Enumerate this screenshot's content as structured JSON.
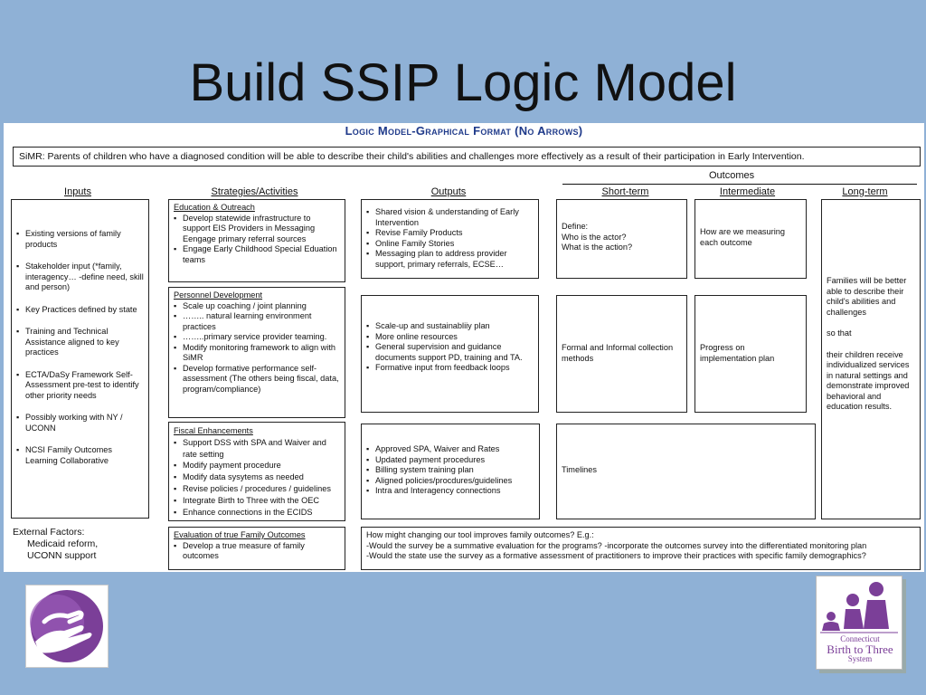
{
  "slide": {
    "title": "Build SSIP Logic Model"
  },
  "model": {
    "heading": "Logic Model-Graphical Format (No Arrows)",
    "simr": "SiMR:  Parents of children  who have a diagnosed condition  will be able to describe their child's abilities  and challenges more effectively as a result of their participation in Early Intervention.",
    "outcomes_label": "Outcomes",
    "columns": {
      "inputs": "Inputs",
      "strategies": "Strategies/Activities",
      "outputs": "Outputs",
      "short_term": "Short-term",
      "intermediate": "Intermediate",
      "long_term": "Long-term"
    },
    "inputs": [
      "Existing versions of family products",
      "Stakeholder input (*family, interagency… -define need, skill and person)",
      "Key Practices defined by state",
      "Training and Technical Assistance aligned to key practices",
      "ECTA/DaSy Framework Self-Assessment pre-test to identify other priority needs",
      "Possibly working with NY / UCONN",
      "NCSI Family Outcomes Learning Collaborative"
    ],
    "external_factors": {
      "label": "External Factors:",
      "items": [
        "Medicaid reform,",
        "UCONN support"
      ]
    },
    "strategies": {
      "education": {
        "title": "Education & Outreach",
        "items": [
          "Develop statewide infrastructure to support EIS Providers in Messaging Eengage primary referral sources",
          "Engage Early Childhood Special Eduation teams"
        ]
      },
      "personnel": {
        "title": "Personnel Development",
        "items": [
          "Scale up coaching / joint planning",
          "…….. natural learning environment practices",
          "……..primary service provider teaming.",
          "Modify monitoring framework to align with SiMR",
          "Develop formative performance self-assessment (The others being fiscal, data, program/compliance)"
        ]
      },
      "fiscal": {
        "title": "Fiscal Enhancements",
        "items": [
          "Support DSS with SPA and Waiver and rate setting",
          "Modify payment procedure",
          "Modify data sysytems as needed",
          "Revise policies / procedures / guidelines",
          "Integrate Birth to Three with the OEC",
          "Enhance connections in the ECIDS"
        ]
      },
      "evaluation": {
        "title": "Evaluation of true Family Outcomes",
        "items": [
          "Develop a true measure of family outcomes"
        ]
      }
    },
    "outputs": {
      "row1": [
        "Shared vision & understanding of Early Intervention",
        "Revise Family Products",
        "Online Family Stories",
        "Messaging plan to address provider support, primary referrals, ECSE…"
      ],
      "row2": [
        "Scale-up and sustainabliiy plan",
        "More online resources",
        "General supervision and guidance documents support PD, training and TA.",
        "Formative input from feedback loops"
      ],
      "row3": [
        "Approved SPA, Waiver and Rates",
        "Updated payment procedures",
        "Billing system training plan",
        "Aligned policies/procdures/guidelines",
        "Intra and Interagency connections"
      ]
    },
    "short_term": {
      "row1": [
        "Define:",
        "Who is the actor?",
        "What is the action?"
      ],
      "row2": "Formal and Informal collection methods",
      "row3": "Timelines"
    },
    "intermediate": {
      "row1": "How are we measuring each outcome",
      "row2": "Progress on implementation plan"
    },
    "long_term": {
      "p1": "Families will be better able to describe their child's abilities and challenges",
      "p2": "so that",
      "p3": "their children receive individualized services in natural settings and demonstrate improved behavioral and education results."
    },
    "questions": {
      "q0": "How might changing our tool improves family outcomes?  E.g.:",
      "q1": "-Would the survey be a summative evaluation for the programs?  -incorporate the outcomes survey into the differentiated monitoring plan",
      "q2": "-Would the state use the survey as a formative assessment of practitioners to improve their practices with specific family demographics?"
    }
  },
  "logos": {
    "right_text1": "Connecticut",
    "right_text2": "Birth to Three",
    "right_text3": "System"
  },
  "colors": {
    "background": "#8fb1d6",
    "heading": "#1f3a8a",
    "logo_purple": "#7b3f98"
  }
}
